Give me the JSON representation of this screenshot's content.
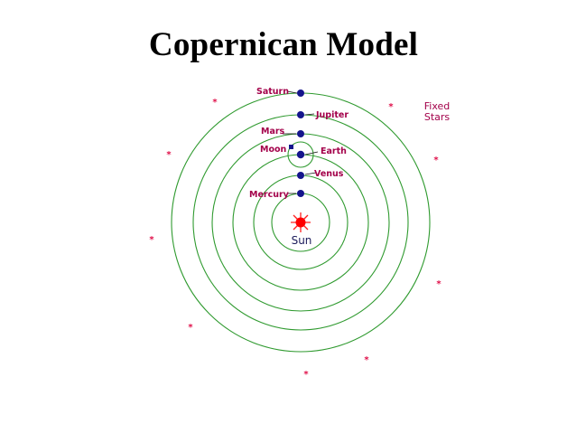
{
  "title": "Copernican Model",
  "colors": {
    "orbit": "#2f9a2f",
    "label": "#a3004a",
    "planet": "#15158c",
    "star": "#e0104a",
    "sun": "#ff0000",
    "leader": "#111111"
  },
  "center_body": {
    "name": "Sun",
    "icon": "sun-icon"
  },
  "planets": [
    {
      "id": "mercury",
      "name": "Mercury"
    },
    {
      "id": "venus",
      "name": "Venus"
    },
    {
      "id": "earth",
      "name": "Earth"
    },
    {
      "id": "mars",
      "name": "Mars"
    },
    {
      "id": "jupiter",
      "name": "Jupiter"
    },
    {
      "id": "saturn",
      "name": "Saturn"
    }
  ],
  "moon": {
    "name": "Moon"
  },
  "fixed_stars": {
    "label_line1": "Fixed",
    "label_line2": "Stars",
    "icon": "star-icon"
  }
}
